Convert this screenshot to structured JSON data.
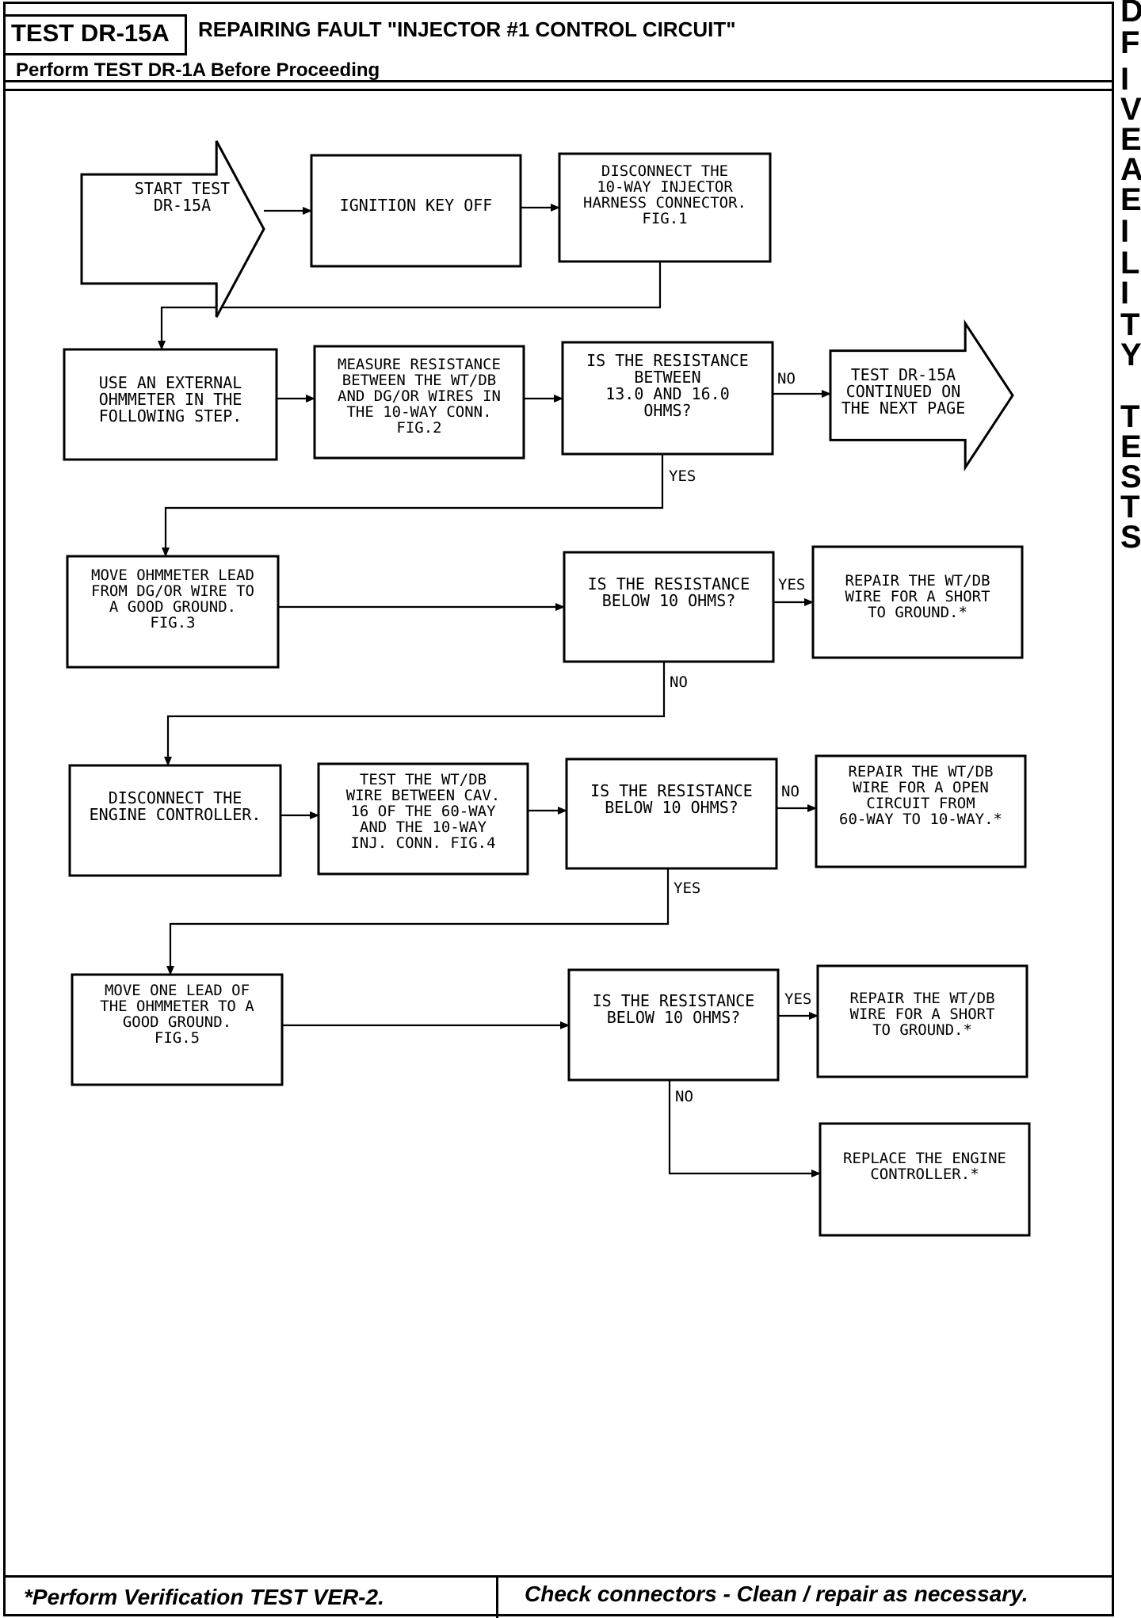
{
  "header": {
    "test_id": "TEST DR-15A",
    "title": "REPAIRING FAULT \"INJECTOR #1 CONTROL CIRCUIT\"",
    "subtitle": "Perform TEST DR-1A Before Proceeding"
  },
  "footer": {
    "left": "*Perform Verification TEST VER-2.",
    "right": "Check connectors - Clean / repair as necessary."
  },
  "side_margin_letters": [
    "D",
    "F",
    "I",
    "V",
    "E",
    "A",
    "E",
    "I",
    "L",
    "I",
    "T",
    "Y",
    "",
    "T",
    "E",
    "S",
    "T",
    "S"
  ],
  "flow": {
    "start": [
      "START TEST",
      "DR-15A"
    ],
    "ignition_off": [
      "IGNITION KEY OFF"
    ],
    "disconnect_injector": [
      "DISCONNECT THE",
      "10-WAY INJECTOR",
      "HARNESS CONNECTOR.",
      "FIG.1"
    ],
    "use_ohmmeter": [
      "USE AN EXTERNAL",
      "OHMMETER IN THE",
      "FOLLOWING STEP."
    ],
    "measure_resistance": [
      "MEASURE RESISTANCE",
      "BETWEEN THE WT/DB",
      "AND DG/OR WIRES IN",
      "THE 10-WAY CONN.",
      "FIG.2"
    ],
    "decision_1": [
      "IS THE RESISTANCE",
      "BETWEEN",
      "13.0 AND 16.0",
      "OHMS?"
    ],
    "continued": [
      "TEST DR-15A",
      "CONTINUED ON",
      "THE NEXT PAGE"
    ],
    "move_lead_ground": [
      "MOVE OHMMETER LEAD",
      "FROM DG/OR WIRE TO",
      "A GOOD GROUND.",
      "FIG.3"
    ],
    "decision_2": [
      "IS THE RESISTANCE",
      "BELOW 10 OHMS?"
    ],
    "repair_short_1": [
      "REPAIR THE WT/DB",
      "WIRE FOR A SHORT",
      "TO GROUND.*"
    ],
    "disconnect_controller": [
      "DISCONNECT THE",
      "ENGINE CONTROLLER."
    ],
    "test_wire": [
      "TEST THE WT/DB",
      "WIRE BETWEEN CAV.",
      "16 OF THE 60-WAY",
      "AND THE 10-WAY",
      "INJ. CONN. FIG.4"
    ],
    "decision_3": [
      "IS THE RESISTANCE",
      "BELOW 10 OHMS?"
    ],
    "repair_open": [
      "REPAIR THE WT/DB",
      "WIRE FOR A OPEN",
      "CIRCUIT FROM",
      "60-WAY TO 10-WAY.*"
    ],
    "move_one_lead": [
      "MOVE ONE LEAD OF",
      "THE OHMMETER TO A",
      "GOOD GROUND.",
      "FIG.5"
    ],
    "decision_4": [
      "IS THE RESISTANCE",
      "BELOW 10 OHMS?"
    ],
    "repair_short_2": [
      "REPAIR THE WT/DB",
      "WIRE FOR A SHORT",
      "TO GROUND.*"
    ],
    "replace_controller": [
      "REPLACE THE ENGINE",
      "CONTROLLER.*"
    ]
  },
  "branch_labels": {
    "d1_no": "NO",
    "d1_yes": "YES",
    "d2_yes": "YES",
    "d2_no": "NO",
    "d3_no": "NO",
    "d3_yes": "YES",
    "d4_yes": "YES",
    "d4_no": "NO"
  }
}
